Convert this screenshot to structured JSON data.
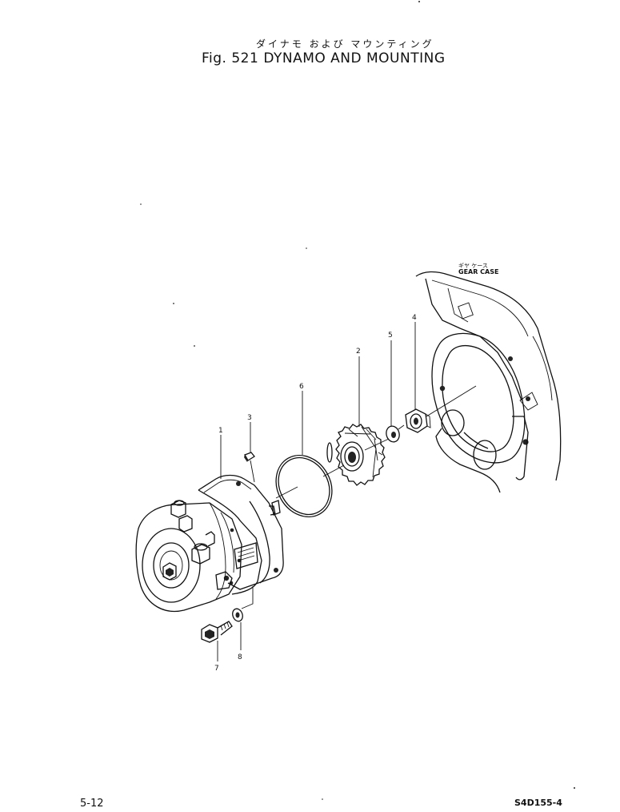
{
  "header": {
    "title_jp": "ダイナモ および マウンティング",
    "fig_label": "Fig. 521",
    "title_en": "DYNAMO AND MOUNTING"
  },
  "callouts": {
    "gear_case_jp": "ギヤ ケース",
    "gear_case_en": "GEAR CASE",
    "items": [
      "1",
      "2",
      "3",
      "4",
      "5",
      "6",
      "7",
      "8"
    ]
  },
  "footer": {
    "page_number": "5-12",
    "doc_code": "S4D155-4"
  }
}
